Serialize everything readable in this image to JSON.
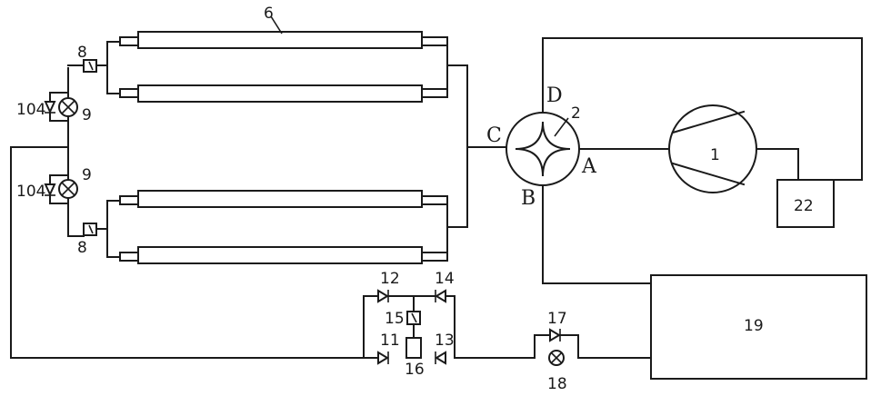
{
  "labels": {
    "compressor": "1",
    "four_way_valve": "2",
    "port_a": "A",
    "port_b": "B",
    "port_c": "C",
    "port_d": "D",
    "heat_exchanger": "6",
    "filter_top": "8",
    "filter_bottom": "8",
    "exp_valve_top": "9",
    "exp_valve_bottom": "9",
    "check_valve_top": "104",
    "check_valve_bottom": "104",
    "check_valve_11": "11",
    "check_valve_12": "12",
    "check_valve_13": "13",
    "check_valve_14": "14",
    "filter_15": "15",
    "component_16": "16",
    "check_valve_17": "17",
    "exp_valve_18": "18",
    "tank_19": "19",
    "separator_22": "22"
  },
  "colors": {
    "line": "#1a1a1a",
    "background": "#ffffff"
  }
}
